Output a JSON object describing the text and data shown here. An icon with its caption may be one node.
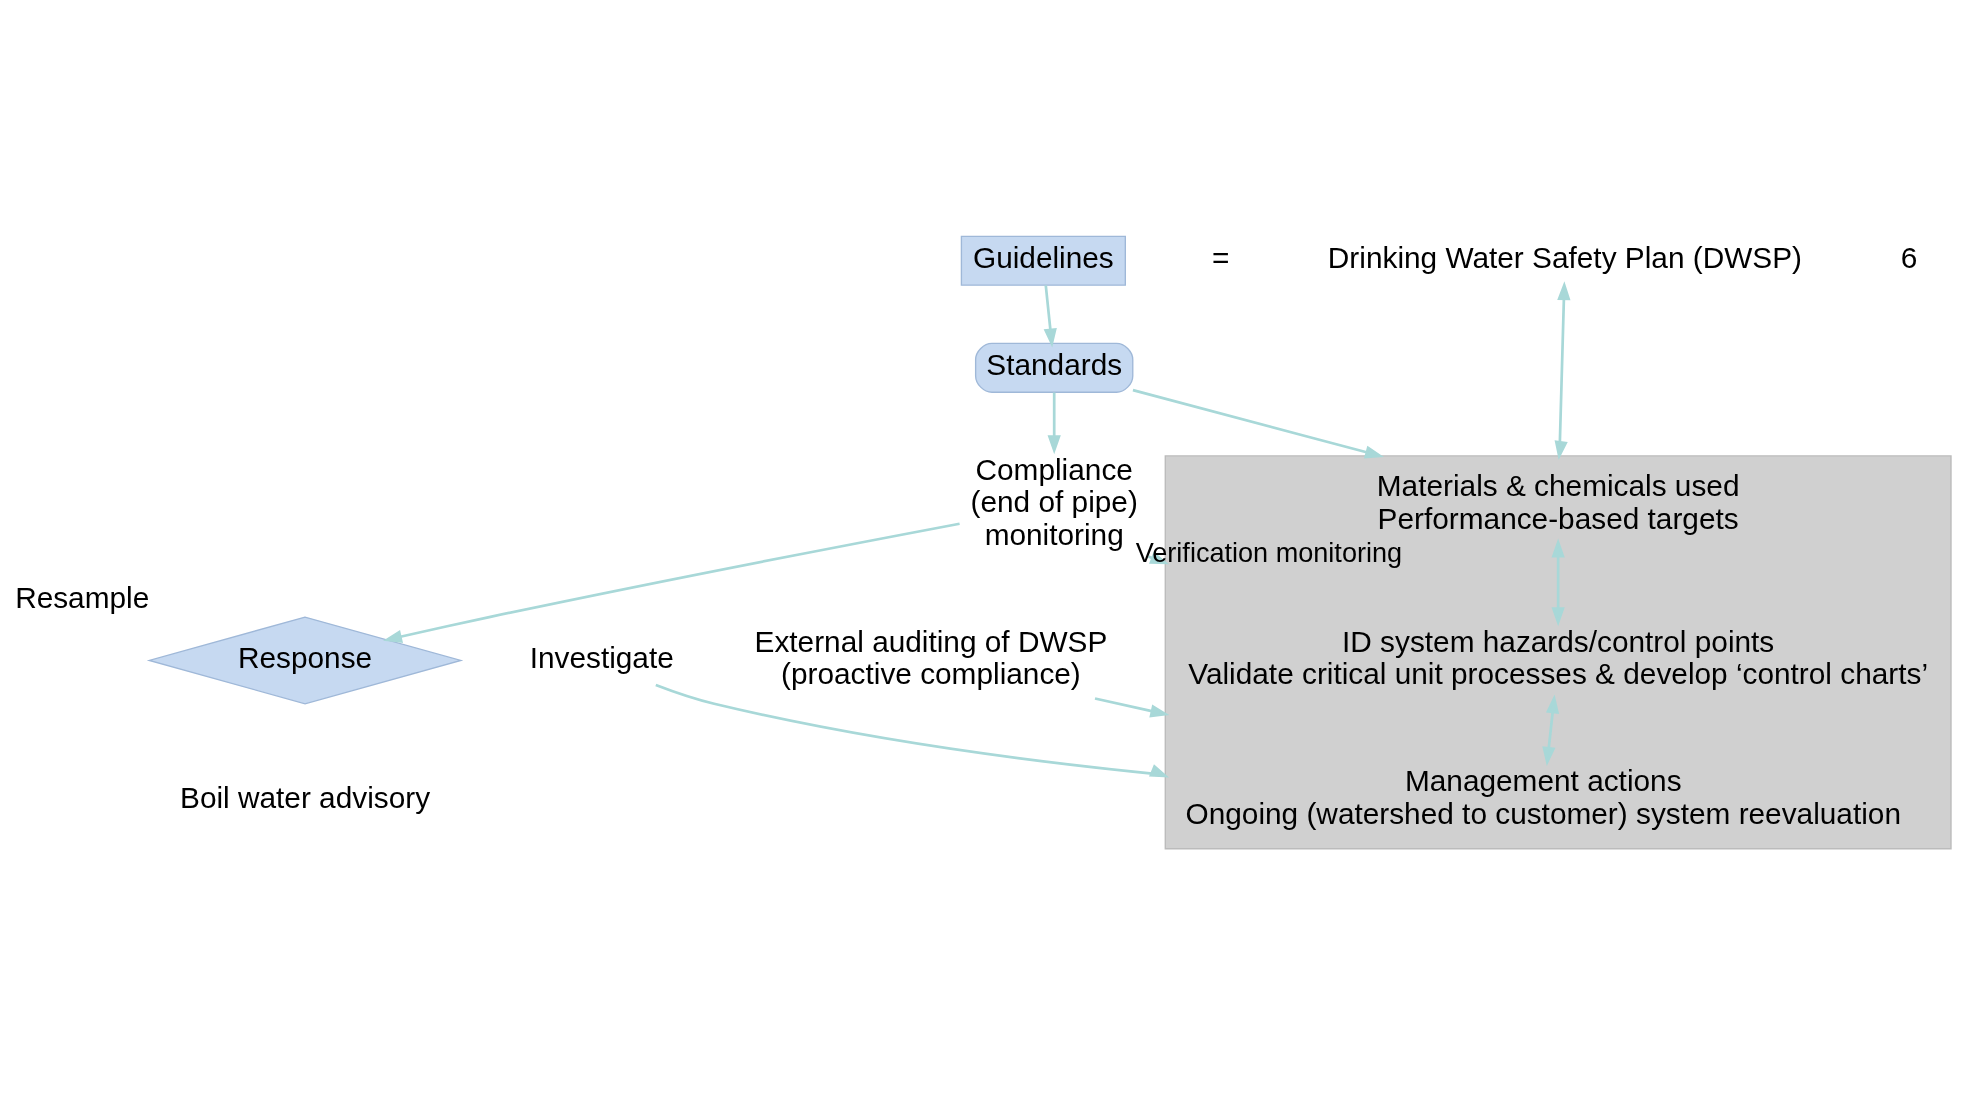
{
  "diagram": {
    "nodes": [
      {
        "text": [
          "Guidelines"
        ]
      },
      {
        "text": [
          "Drinking Water Safety Plan (DWSP)"
        ]
      },
      {
        "text": [
          "Standards"
        ]
      },
      {
        "text": [
          "Compliance (end of pipe) monitoring"
        ]
      },
      {
        "text": [
          "Response"
        ],
        "beside": [
          "Resample",
          "Boil water advisory"
        ]
      },
      {
        "text": [
          "Investigate"
        ]
      },
      {
        "text": [],
        "shape": "box"
      },
      {
        "text": [
          "Materials & chemicals used",
          "Performance-based targets"
        ],
        "in": 6
      },
      {
        "text": [
          "ID system hazards/control points",
          "Validate critical unit processes & develop ‘control charts’"
        ],
        "in": 6
      },
      {
        "text": [
          "Management actions",
          "Ongoing (watershed to customer) system reevaluation"
        ],
        "in": 6
      },
      {
        "text": [
          "External auditing of DWSP (proactive compliance)"
        ]
      }
    ],
    "edges": [
      {
        "from": 0,
        "to": 2,
        "arrow": "to"
      },
      {
        "from": 2,
        "to": 6,
        "arrow": "to"
      },
      {
        "from": 1,
        "to": 6,
        "arrow": "both"
      },
      {
        "from": 2,
        "to": 3,
        "arrow": "to"
      },
      {
        "from": 3,
        "to": 6,
        "label": "Verification monitoring",
        "arrow": "to"
      },
      {
        "from": 3,
        "to": 4,
        "arrow": "to"
      },
      {
        "from": 5,
        "to": 6,
        "arrow": "to"
      },
      {
        "from": 7,
        "to": 8,
        "arrow": "both"
      },
      {
        "from": 8,
        "to": 9,
        "arrow": "both"
      },
      {
        "from": 10,
        "to": 6,
        "arrow": "to"
      }
    ],
    "labels": [
      "=",
      "6"
    ]
  }
}
